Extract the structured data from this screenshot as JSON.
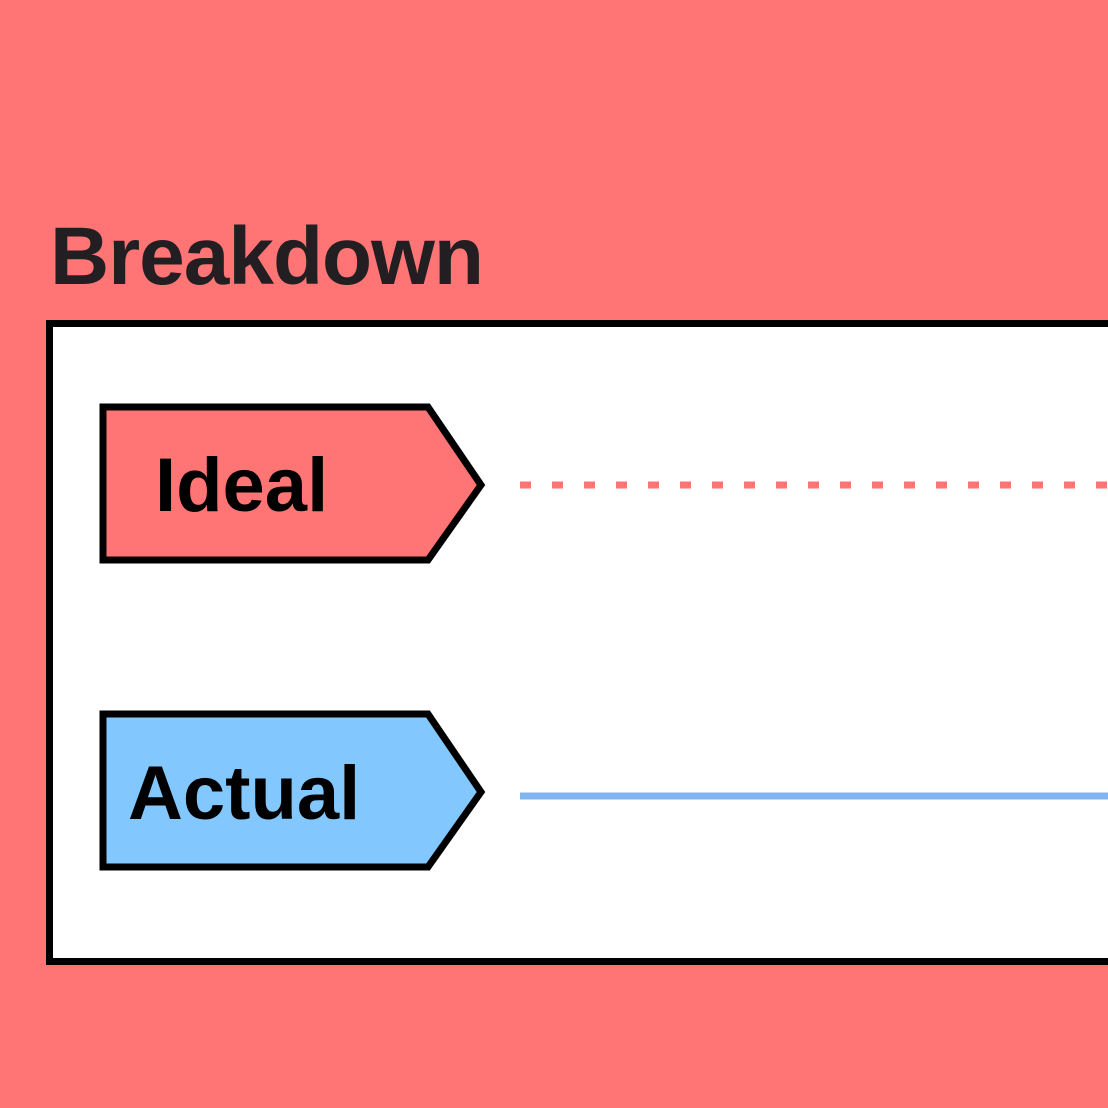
{
  "title": "Breakdown",
  "legend": [
    {
      "label": "Ideal",
      "color": "#ff7575",
      "line_style": "dashed",
      "line_color": "#ff7575"
    },
    {
      "label": "Actual",
      "color": "#82c8ff",
      "line_style": "solid",
      "line_color": "#82b4f0"
    }
  ],
  "colors": {
    "background": "#ff7575",
    "panel": "#ffffff",
    "border": "#000000",
    "title": "#221e22"
  }
}
